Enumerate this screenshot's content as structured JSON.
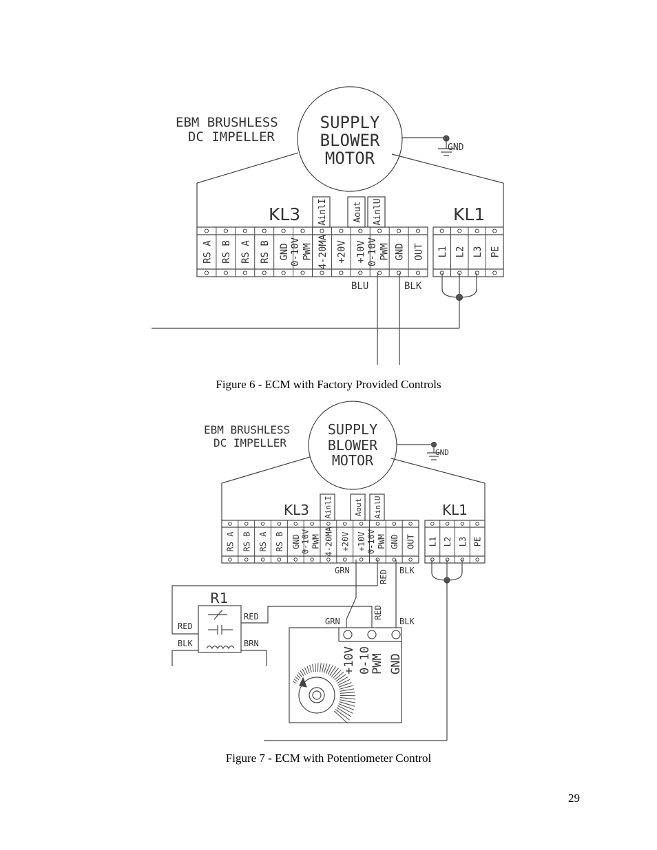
{
  "figure6": {
    "caption": "Figure 6 - ECM with Factory Provided Controls",
    "motor_desc_line1": "EBM BRUSHLESS",
    "motor_desc_line2": "DC IMPELLER",
    "motor_line1": "SUPPLY",
    "motor_line2": "BLOWER",
    "motor_line3": "MOTOR",
    "gnd_label": "GND",
    "kl3_label": "KL3",
    "kl1_label": "KL1",
    "kl3_terminals": [
      "RS A",
      "RS B",
      "RS A",
      "RS B",
      "GND",
      "0-10V",
      "4-20MA",
      "+20V",
      "+10V",
      "0-10V",
      "GND",
      "OUT"
    ],
    "kl3_sub_pwm": "PWM",
    "kl1_terminals": [
      "L1",
      "L2",
      "L3",
      "PE"
    ],
    "tab_ainl": "AinlI",
    "tab_aout": "Aout",
    "tab_ainu": "AinlU",
    "wire_blu": "BLU",
    "wire_blk": "BLK"
  },
  "figure7": {
    "caption": "Figure 7 - ECM with Potentiometer Control",
    "motor_desc_line1": "EBM BRUSHLESS",
    "motor_desc_line2": "DC IMPELLER",
    "motor_line1": "SUPPLY",
    "motor_line2": "BLOWER",
    "motor_line3": "MOTOR",
    "gnd_label": "GND",
    "kl3_label": "KL3",
    "kl1_label": "KL1",
    "kl3_terminals": [
      "RS A",
      "RS B",
      "RS A",
      "RS B",
      "GND",
      "0-10V",
      "4-20MA",
      "+20V",
      "+10V",
      "0-10V",
      "GND",
      "OUT"
    ],
    "kl3_sub_pwm": "PWM",
    "kl1_terminals": [
      "L1",
      "L2",
      "L3",
      "PE"
    ],
    "tab_ainl": "AinlI",
    "tab_aout": "Aout",
    "tab_ainu": "AinlU",
    "wire_grn": "GRN",
    "wire_red": "RED",
    "wire_blk": "BLK",
    "relay_label": "R1",
    "relay_red_left": "RED",
    "relay_red_right": "RED",
    "relay_blk": "BLK",
    "relay_brn": "BRN",
    "pot_grn": "GRN",
    "pot_red": "RED",
    "pot_blk": "BLK",
    "pot_terminals": [
      "+10V",
      "0-10",
      "GND"
    ],
    "pot_sub_pwm": "PWM"
  },
  "page_number": "29"
}
